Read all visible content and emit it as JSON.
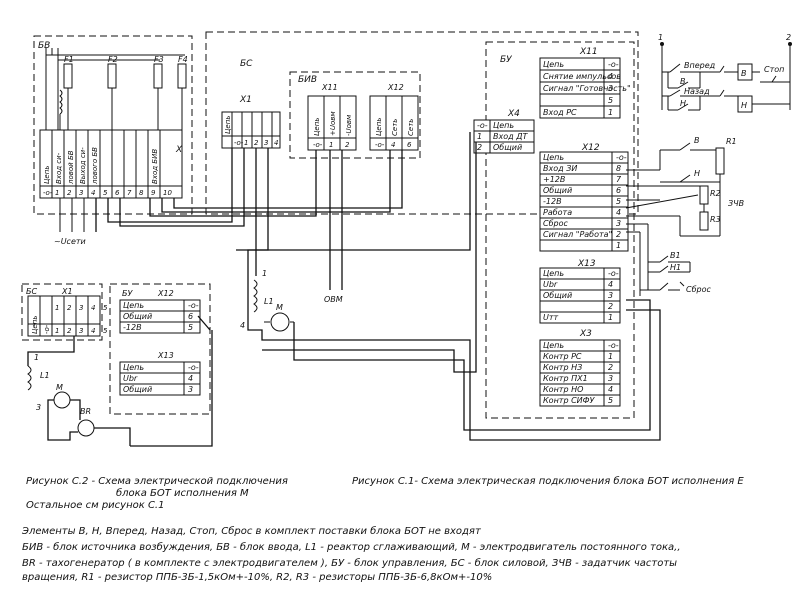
{
  "blocks": {
    "bv": "БВ",
    "bs": "БС",
    "biv": "БИВ",
    "bu": "БУ",
    "bs_small": "БС",
    "bu_small": "БУ"
  },
  "connectors": {
    "x1": "Х1",
    "x11": "Х11",
    "x12": "Х12",
    "x4": "Х4",
    "x13": "Х13",
    "x3": "Х3",
    "x_bv": "Х",
    "x1_small": "Х1",
    "x12_small": "Х12",
    "x13_small": "Х13"
  },
  "fuses": [
    "F1",
    "F2",
    "F3",
    "F4"
  ],
  "bv_pins": [
    {
      "name": "Цепь",
      "num": "-о-"
    },
    {
      "name": "Вход си-",
      "num": "1"
    },
    {
      "name": "ловой БВ",
      "num": "2"
    },
    {
      "name": "Выход си-",
      "num": "3"
    },
    {
      "name": "лового БВ",
      "num": "4"
    },
    {
      "name": "",
      "num": "5"
    },
    {
      "name": "",
      "num": "6"
    },
    {
      "name": "",
      "num": "7"
    },
    {
      "name": "",
      "num": "8"
    },
    {
      "name": "Вход БИВ",
      "num": "9"
    },
    {
      "name": "",
      "num": "10"
    }
  ],
  "net_label": "~Uсети",
  "bs_x1_pins": [
    "Цепь",
    "-о-",
    "1",
    "2",
    "3",
    "4"
  ],
  "biv_x11": [
    "-о-",
    "1",
    "2",
    "Цепь",
    "+Uовм",
    "-Uовм"
  ],
  "biv_x12": [
    "-о-",
    "4",
    "6",
    "Цепь",
    "Сеть",
    "Сеть"
  ],
  "obm": "ОВМ",
  "x4_rows": [
    {
      "num": "-о-",
      "name": "Цепь"
    },
    {
      "num": "1",
      "name": "Вход ДТ"
    },
    {
      "num": "2",
      "name": "Общий"
    }
  ],
  "bu_x11_rows": [
    {
      "name": "Цепь",
      "num": "-о-"
    },
    {
      "name": "Снятие импульсов",
      "num": "4"
    },
    {
      "name": "Сигнал \"Готовность\"",
      "num": "3"
    },
    {
      "name": "",
      "num": "5"
    },
    {
      "name": "Вход РС",
      "num": "1"
    }
  ],
  "bu_x12_rows": [
    {
      "name": "Цепь",
      "num": "-о-"
    },
    {
      "name": "Вход ЗИ",
      "num": "8"
    },
    {
      "name": "+12В",
      "num": "7"
    },
    {
      "name": "Общий",
      "num": "6"
    },
    {
      "name": "-12В",
      "num": "5"
    },
    {
      "name": "Работа",
      "num": "4"
    },
    {
      "name": "Сброс",
      "num": "3"
    },
    {
      "name": "Сигнал \"Работа\"",
      "num": "2"
    },
    {
      "name": "",
      "num": "1"
    }
  ],
  "bu_x13_rows": [
    {
      "name": "Цепь",
      "num": "-о-"
    },
    {
      "name": "Ubr",
      "num": "4"
    },
    {
      "name": "Общий",
      "num": "3"
    },
    {
      "name": "",
      "num": "2"
    },
    {
      "name": "Uтт",
      "num": "1"
    }
  ],
  "bu_x3_rows": [
    {
      "name": "Цепь",
      "num": "-о-"
    },
    {
      "name": "Контр РС",
      "num": "1"
    },
    {
      "name": "Контр НЗ",
      "num": "2"
    },
    {
      "name": "Контр ПХ1",
      "num": "3"
    },
    {
      "name": "Контр НО",
      "num": "4"
    },
    {
      "name": "Контр СИФУ",
      "num": "5"
    }
  ],
  "small_x12_rows": [
    {
      "name": "Цепь",
      "num": "-о-"
    },
    {
      "name": "Общий",
      "num": "6"
    },
    {
      "name": "-12В",
      "num": "5"
    }
  ],
  "small_x13_rows": [
    {
      "name": "Цепь",
      "num": "-о-"
    },
    {
      "name": "Ubr",
      "num": "4"
    },
    {
      "name": "Общий",
      "num": "3"
    }
  ],
  "small_x1_pins": [
    "Цепь",
    "-о-",
    "1",
    "2",
    "3",
    "4",
    "5"
  ],
  "control": {
    "n1": "1",
    "n2": "2",
    "forward": "Вперед",
    "back": "Назад",
    "stop": "Стоп",
    "v1": "В",
    "v2": "В",
    "n": "Н",
    "nn": "Н",
    "B": "В",
    "H": "Н",
    "B2": "В",
    "H2": "Н",
    "r1": "R1",
    "r2": "R2",
    "r3": "R3",
    "zchv": "ЗЧВ",
    "b1": "В1",
    "h1": "Н1",
    "reset": "Сброс"
  },
  "motor": {
    "l1": "L1",
    "m": "М",
    "one": "1",
    "four": "4",
    "br": "BR",
    "three": "3"
  },
  "captions": {
    "c2_line1": "Рисунок С.2 - Схема электрической подключения",
    "c2_line2": "блока БОТ исполнения М",
    "c2_line3": "Остальное см рисунок С.1",
    "c1": "Рисунок С.1- Схема электрическая подключения блока БОТ исполнения Е"
  },
  "notes": [
    "Элементы В, Н, Вперед, Назад, Стоп, Сброс в комплект поставки блока БОТ не входят",
    "БИВ - блок источника возбуждения, БВ - блок ввода, L1 - реактор сглаживающий, М - электродвигатель постоянного тока,,",
    "BR - тахогенератор ( в комплекте с электродвигателем ), БУ - блок управления, БС - блок силовой, ЗЧВ - задатчик частоты",
    "вращения, R1 - резистор ППБ-3Б-1,5кОм+-10%, R2, R3 - резисторы ППБ-3Б-6,8кОм+-10%"
  ]
}
